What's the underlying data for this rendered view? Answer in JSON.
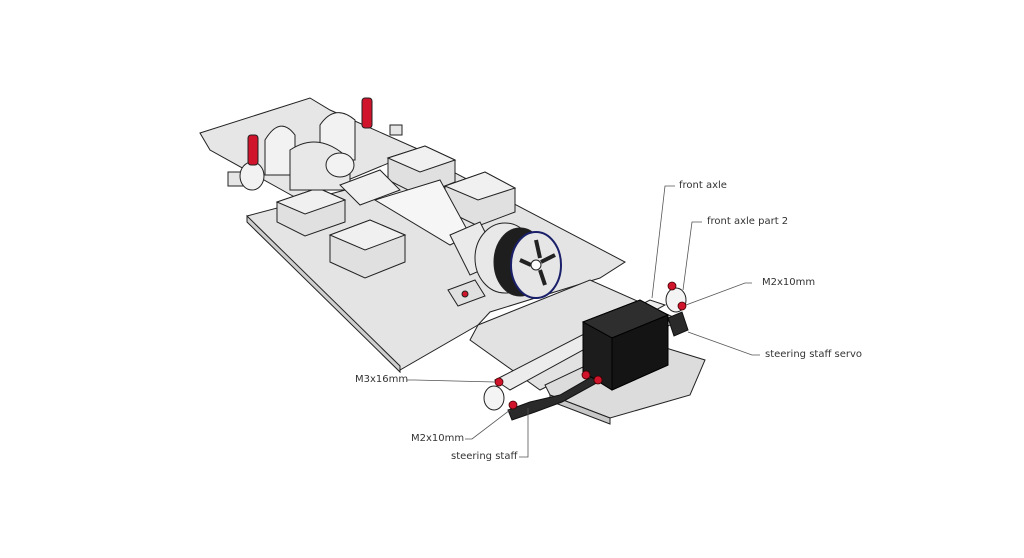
{
  "diagram": {
    "subject": "RC chassis 3D model with front axle steering assembly",
    "colors": {
      "plate": "#e6e6e6",
      "edge": "#222222",
      "servo": "#1c1c1c",
      "bolt": "#d0142c",
      "wheel_rim": "#1a1f6a",
      "leader_line": "#555555"
    },
    "callouts": [
      {
        "id": "front-axle",
        "text": "front axle"
      },
      {
        "id": "front-axle-part-2",
        "text": "front axle part 2"
      },
      {
        "id": "m2x10mm-top",
        "text": "M2x10mm"
      },
      {
        "id": "steering-staff-servo",
        "text": "steering staff servo"
      },
      {
        "id": "m3x16mm",
        "text": "M3x16mm"
      },
      {
        "id": "m2x10mm-bottom",
        "text": "M2x10mm"
      },
      {
        "id": "steering-staff",
        "text": "steering staff"
      }
    ]
  }
}
